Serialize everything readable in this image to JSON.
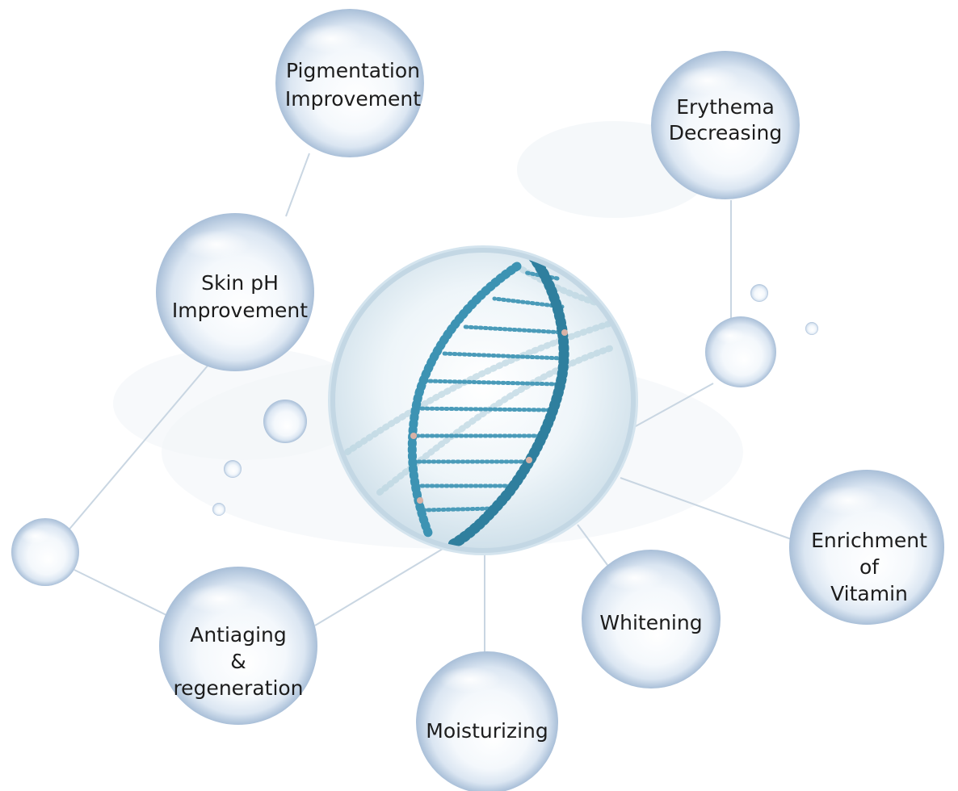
{
  "benefits": [
    "Pigmentation Improvement",
    "Erythema Decreasing",
    "Skin pH Improvement",
    "Enrichment of Vitamin",
    "Whitening",
    "Antiaging & regeneration",
    "Moisturizing"
  ],
  "labels": {
    "pigmentation": [
      "Pigmentation",
      "Improvement"
    ],
    "erythema": [
      "Erythema",
      "Decreasing"
    ],
    "skin_ph": [
      "Skin pH",
      "Improvement"
    ],
    "vitamin": [
      "Enrichment",
      "of",
      "Vitamin"
    ],
    "whitening": [
      "Whitening"
    ],
    "antiaging": [
      "Antiaging",
      "&",
      "regeneration"
    ],
    "moisturizing": [
      "Moisturizing"
    ]
  },
  "center_image": "dna-double-helix",
  "colors": {
    "bubble_edge": "#9fb7d3",
    "bubble_fill": "#eef4fa",
    "connector": "#c9d6e2",
    "dna": "#2f7f9e",
    "label": "#1c1c1c"
  }
}
